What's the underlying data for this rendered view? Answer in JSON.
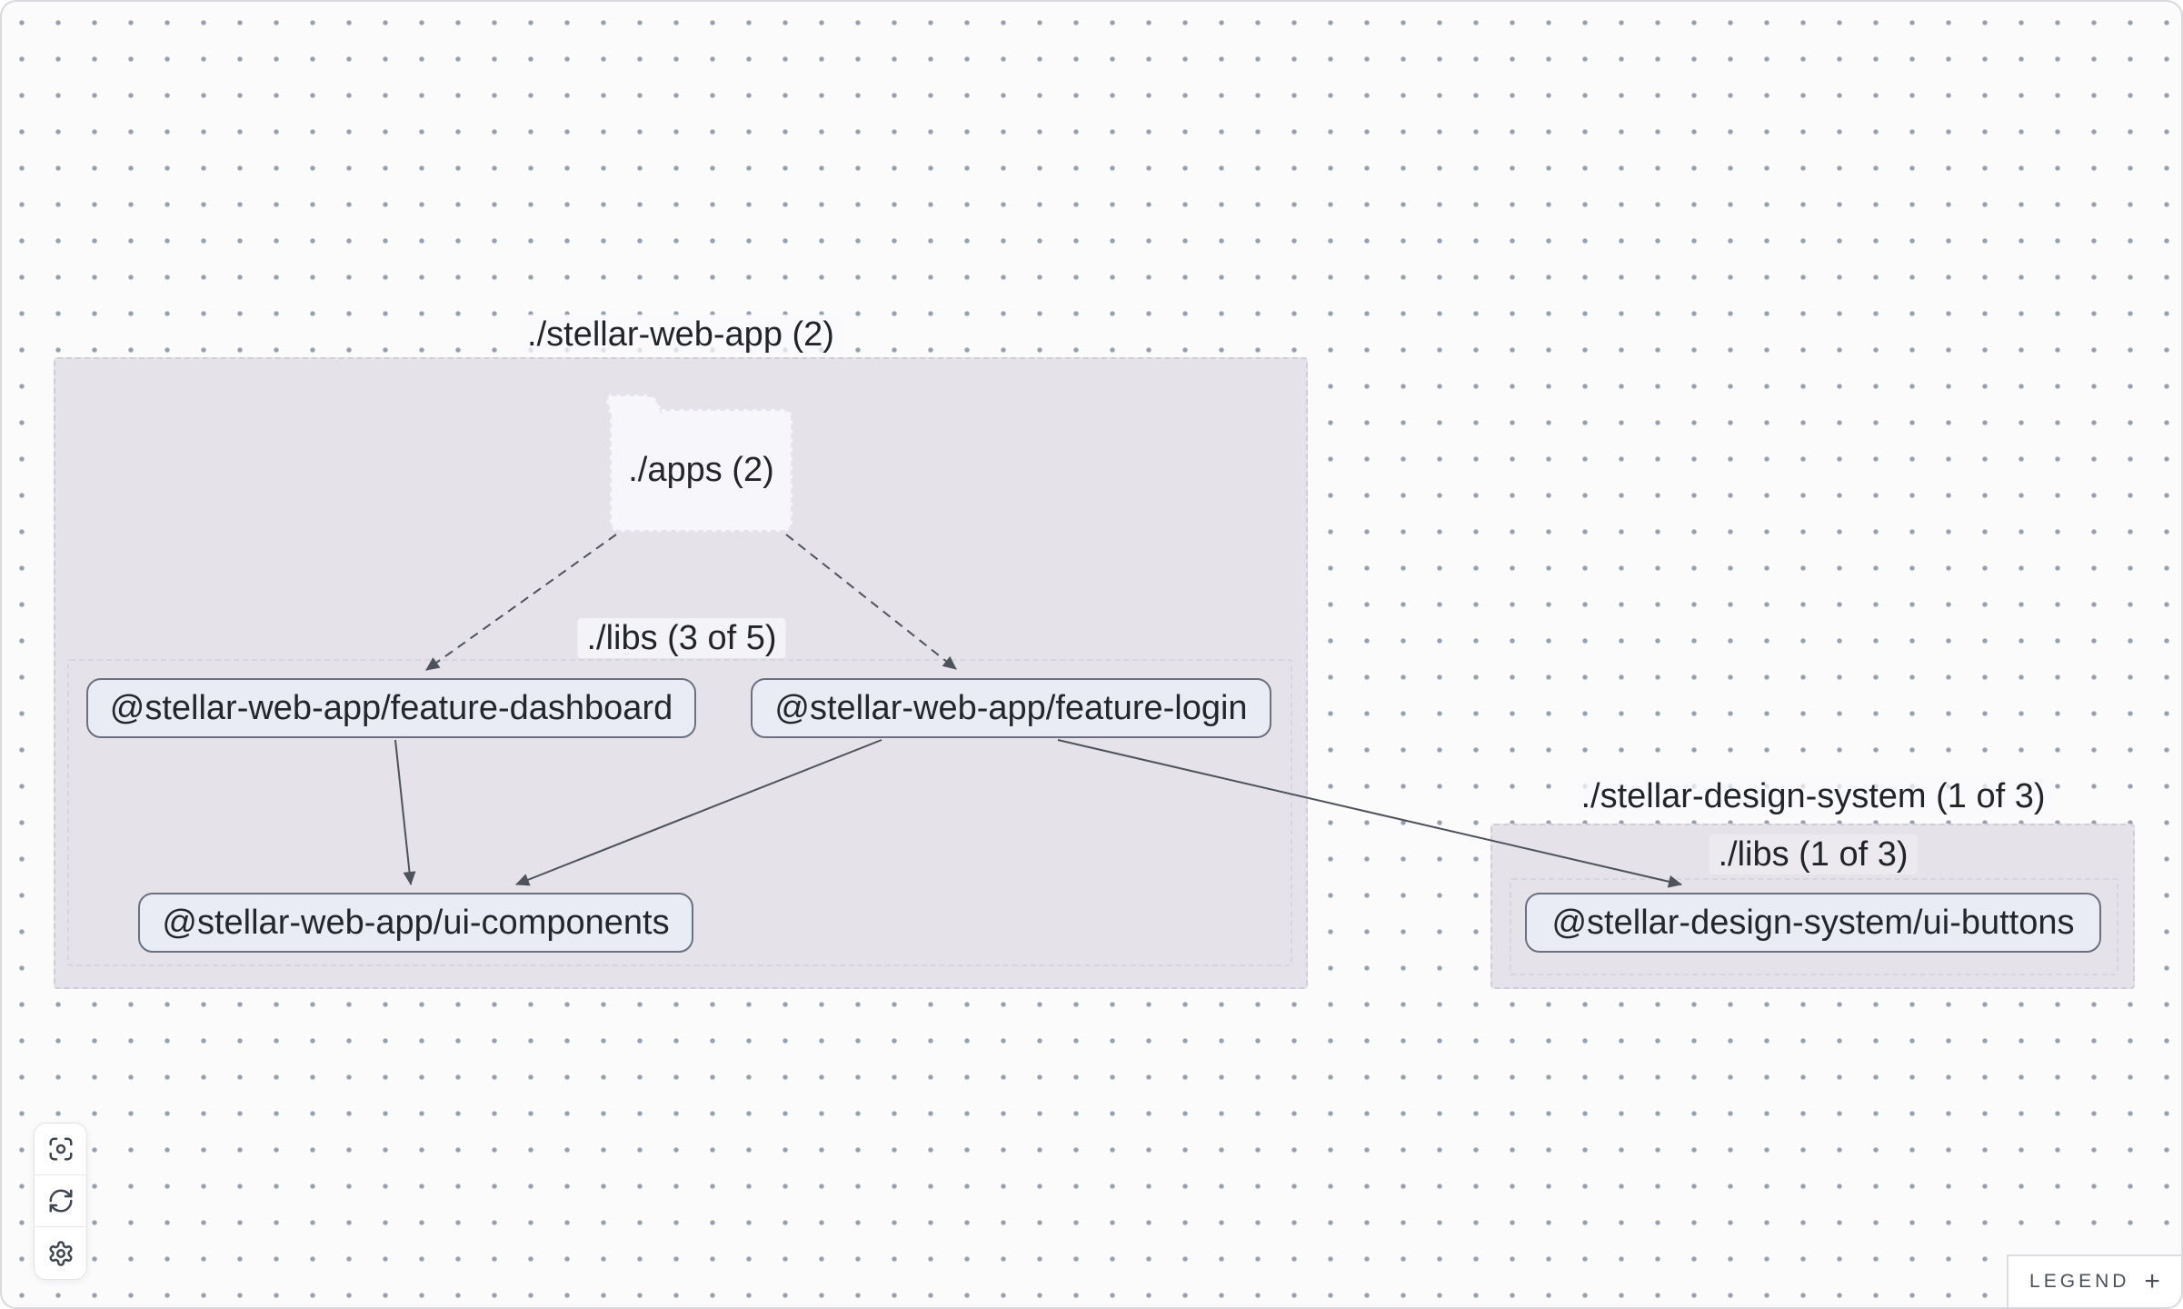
{
  "graph": {
    "groups": [
      {
        "id": "stellar-web-app",
        "label": "./stellar-web-app (2)",
        "folder": {
          "id": "apps",
          "label": "./apps (2)"
        },
        "subgroup": {
          "id": "libs",
          "label": "./libs (3 of 5)"
        }
      },
      {
        "id": "stellar-design-system",
        "label": "./stellar-design-system (1 of 3)",
        "subgroup": {
          "id": "libs",
          "label": "./libs (1 of 3)"
        }
      }
    ],
    "nodes": [
      {
        "id": "feature-dashboard",
        "label": "@stellar-web-app/feature-dashboard",
        "group": "stellar-web-app/libs"
      },
      {
        "id": "feature-login",
        "label": "@stellar-web-app/feature-login",
        "group": "stellar-web-app/libs"
      },
      {
        "id": "ui-components",
        "label": "@stellar-web-app/ui-components",
        "group": "stellar-web-app/libs"
      },
      {
        "id": "ui-buttons",
        "label": "@stellar-design-system/ui-buttons",
        "group": "stellar-design-system/libs"
      }
    ],
    "edges": [
      {
        "source": "./apps",
        "target": "feature-dashboard",
        "style": "dashed"
      },
      {
        "source": "./apps",
        "target": "feature-login",
        "style": "dashed"
      },
      {
        "source": "feature-dashboard",
        "target": "ui-components",
        "style": "solid"
      },
      {
        "source": "feature-login",
        "target": "ui-components",
        "style": "solid"
      },
      {
        "source": "feature-login",
        "target": "ui-buttons",
        "style": "solid"
      }
    ]
  },
  "toolbar": {
    "buttons": [
      {
        "name": "center-graph",
        "icon": "focus-icon"
      },
      {
        "name": "refresh-graph",
        "icon": "refresh-icon"
      },
      {
        "name": "settings",
        "icon": "gear-icon"
      }
    ]
  },
  "legend": {
    "label": "LEGEND",
    "toggle": "+"
  },
  "colors": {
    "canvas_background": "#fbfbfc",
    "dot_grid": "#96a0b0",
    "group_fill": "#e5e3e9",
    "node_fill": "#e9ecf5",
    "node_border": "#6a7080",
    "edge": "#4d525b",
    "text": "#23262c"
  }
}
